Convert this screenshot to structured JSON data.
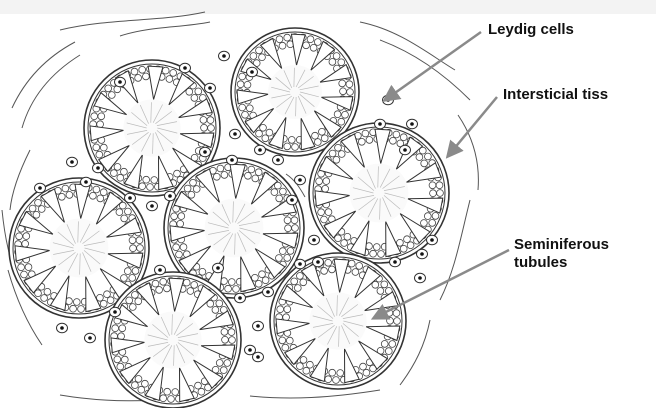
{
  "diagram": {
    "labels": {
      "leydig": "Leydig cells",
      "interstitial": "Intersticial tiss",
      "seminiferous_line1": "Seminiferous",
      "seminiferous_line2": "tubules"
    },
    "colors": {
      "stroke": "#333333",
      "arrow": "#8a8a8a",
      "text": "#111111",
      "background": "#ffffff"
    }
  }
}
